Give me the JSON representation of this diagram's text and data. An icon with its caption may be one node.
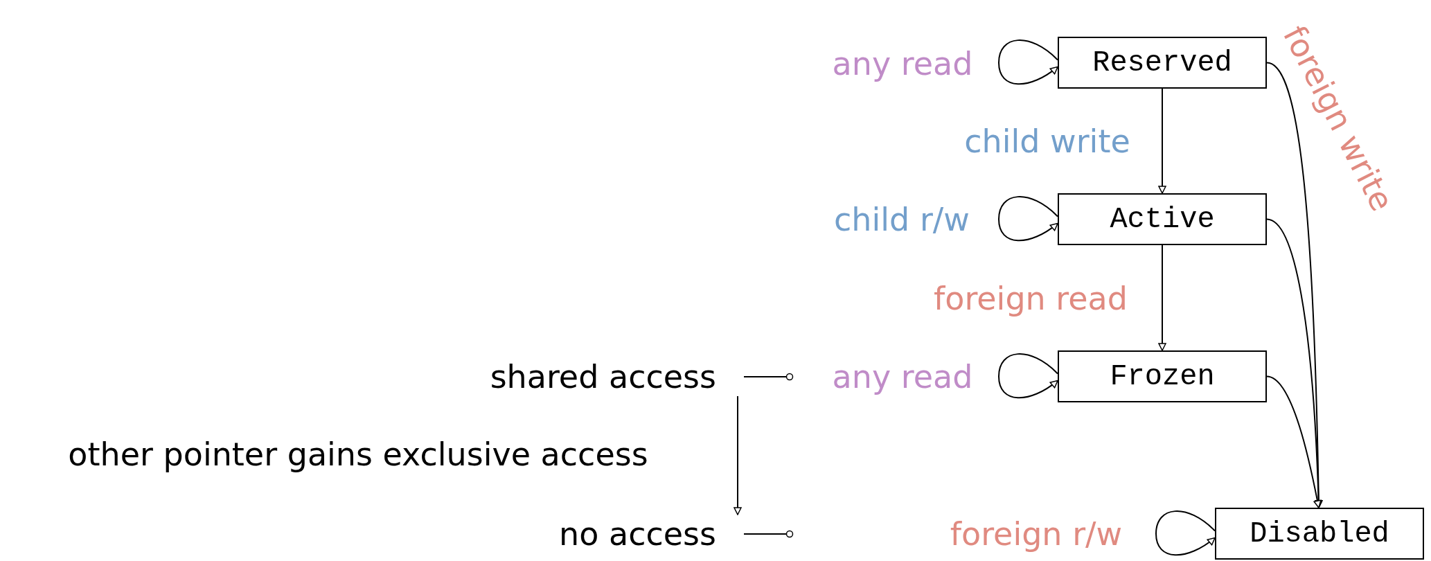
{
  "diagram": {
    "nodes": [
      {
        "text": [
          "Reserved"
        ]
      },
      {
        "text": [
          "Active"
        ]
      },
      {
        "text": [
          "Frozen"
        ]
      },
      {
        "text": [
          "Disabled"
        ]
      },
      {
        "text": [
          "shared access"
        ]
      },
      {
        "text": [
          "no access"
        ]
      }
    ],
    "edges": [
      {
        "from": 0,
        "to": 0,
        "arrow": "to",
        "label": "any read"
      },
      {
        "from": 0,
        "to": 1,
        "arrow": "to",
        "label": "child write"
      },
      {
        "from": 1,
        "to": 1,
        "arrow": "to",
        "label": "child r/w"
      },
      {
        "from": 1,
        "to": 2,
        "arrow": "to",
        "label": "foreign read"
      },
      {
        "from": 2,
        "to": 2,
        "arrow": "to",
        "label": "any read"
      },
      {
        "from": 0,
        "to": 3,
        "arrow": "to",
        "label": "foreign write"
      },
      {
        "from": 1,
        "to": 3,
        "arrow": "to"
      },
      {
        "from": 2,
        "to": 3,
        "arrow": "to"
      },
      {
        "from": 3,
        "to": 3,
        "arrow": "to",
        "label": "foreign r/w"
      },
      {
        "from": 4,
        "to": null,
        "arrow": "other"
      },
      {
        "from": 4,
        "to": 5,
        "arrow": "to",
        "label": "other pointer gains exclusive access"
      },
      {
        "from": 5,
        "to": null,
        "arrow": "other"
      }
    ]
  }
}
